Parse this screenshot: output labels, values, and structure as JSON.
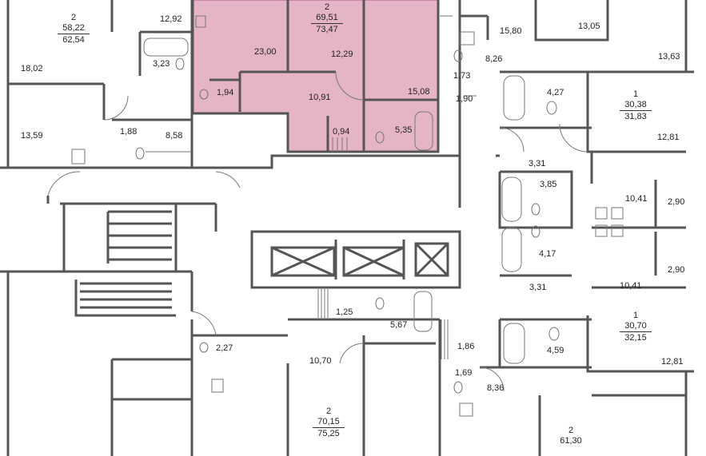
{
  "colors": {
    "wall": "#555555",
    "thin_line": "#777777",
    "highlight_fill": "#e5b4c7",
    "highlight_stroke": "#b05b80",
    "background": "#ffffff"
  },
  "apartments": [
    {
      "id": "apt-top-left",
      "rooms": "2",
      "living": "58,22",
      "total": "62,54"
    },
    {
      "id": "apt-selected",
      "rooms": "2",
      "living": "69,51",
      "total": "73,47",
      "highlighted": true
    },
    {
      "id": "apt-right-upper",
      "rooms": "1",
      "living": "30,38",
      "total": "31,83"
    },
    {
      "id": "apt-right-lower",
      "rooms": "1",
      "living": "30,70",
      "total": "32,15"
    },
    {
      "id": "apt-bottom-center",
      "rooms": "2",
      "living": "70,15",
      "total": "75,25"
    },
    {
      "id": "apt-bottom-right",
      "rooms": "2",
      "living": "61,30",
      "total": ""
    }
  ],
  "room_areas": [
    "18,02",
    "12,92",
    "3,23",
    "13,59",
    "1,88",
    "8,58",
    "23,00",
    "12,29",
    "1,94",
    "10,91",
    "15,08",
    "0,94",
    "5,35",
    "15,80",
    "13,05",
    "8,26",
    "13,63",
    "1,73",
    "1,90",
    "4,27",
    "12,81",
    "3,31",
    "3,85",
    "10,41",
    "2,90",
    "4,17",
    "10,41",
    "2,90",
    "3,31",
    "1,25",
    "5,67",
    "1,86",
    "4,59",
    "1,69",
    "8,36",
    "12,81",
    "2,27",
    "10,70"
  ]
}
